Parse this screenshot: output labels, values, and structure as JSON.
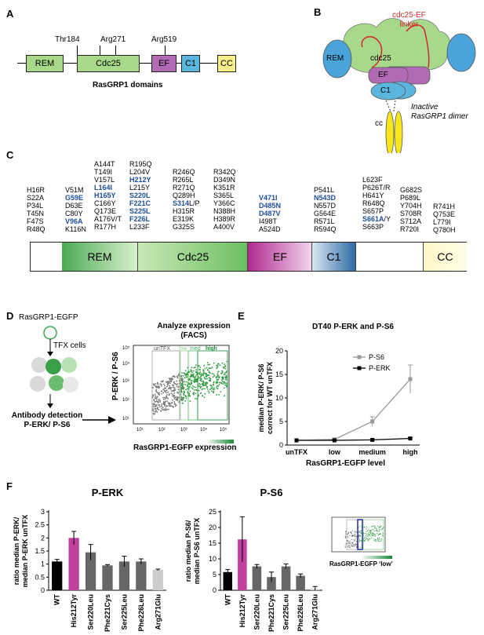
{
  "panels": {
    "a": "A",
    "b": "B",
    "c": "C",
    "d": "D",
    "e": "E",
    "f": "F"
  },
  "panel_a": {
    "domains": [
      "REM",
      "Cdc25",
      "EF",
      "C1",
      "CC"
    ],
    "sites": [
      "Thr184",
      "Arg271",
      "Arg519"
    ],
    "caption": "RasGRP1 domains"
  },
  "panel_b": {
    "linker_label": "cdc25-EF\nlinker",
    "labels": {
      "rem": "REM",
      "cdc25": "cdc25",
      "ef": "EF",
      "c1": "C1",
      "cc": "cc"
    },
    "caption": "Inactive\nRasGRP1 dimer"
  },
  "panel_c": {
    "domains": [
      "REM",
      "Cdc25",
      "EF",
      "C1",
      "CC"
    ],
    "columns": [
      {
        "items": [
          {
            "t": "H16R"
          },
          {
            "t": "S22A"
          },
          {
            "t": "P34L"
          },
          {
            "t": "T45N"
          },
          {
            "t": "F47S"
          },
          {
            "t": "R48Q"
          }
        ]
      },
      {
        "items": [
          {
            "t": "V51M"
          },
          {
            "t": "G59E",
            "b": true
          },
          {
            "t": "D63E"
          },
          {
            "t": "C80Y"
          },
          {
            "t": "V96A",
            "b": true
          },
          {
            "t": "K116N"
          }
        ]
      },
      {
        "items": [
          {
            "t": "A144T"
          },
          {
            "t": "T149I"
          },
          {
            "t": "V157L"
          },
          {
            "t": "L164I",
            "b": true
          },
          {
            "t": "H165Y",
            "b": true
          },
          {
            "t": "C166Y"
          },
          {
            "t": "Q173E"
          },
          {
            "t": "A176V/T"
          },
          {
            "t": "R177H"
          }
        ]
      },
      {
        "items": [
          {
            "t": "R195Q"
          },
          {
            "t": "L204V"
          },
          {
            "t": "H212Y",
            "b": true
          },
          {
            "t": "L215Y"
          },
          {
            "t": "S220L",
            "b": true
          },
          {
            "t": "F221C",
            "b": true
          },
          {
            "t": "S225L",
            "b": true
          },
          {
            "t": "F226L",
            "b": true
          },
          {
            "t": "L233F"
          }
        ]
      },
      {
        "items": [
          {
            "t": "R246Q"
          },
          {
            "t": "R265L"
          },
          {
            "t": "R271Q"
          },
          {
            "t": "Q289H"
          },
          {
            "t": "S314L/P",
            "bp": "S314",
            "rest": "L/P"
          },
          {
            "t": "H315R"
          },
          {
            "t": "E319K"
          },
          {
            "t": "G325S"
          }
        ]
      },
      {
        "items": [
          {
            "t": "R342Q"
          },
          {
            "t": "D349N"
          },
          {
            "t": "K351R"
          },
          {
            "t": "S365L"
          },
          {
            "t": "Y366C"
          },
          {
            "t": "N388H"
          },
          {
            "t": "H389R"
          },
          {
            "t": "A400V"
          }
        ]
      },
      {
        "items": [
          {
            "t": "V471I",
            "b": true
          },
          {
            "t": "D485N",
            "b": true
          },
          {
            "t": "D487V",
            "b": true
          },
          {
            "t": "I498T"
          },
          {
            "t": "A524D"
          }
        ]
      },
      {
        "items": [
          {
            "t": "P541L"
          },
          {
            "t": "N543D",
            "b": true
          },
          {
            "t": "N557D"
          },
          {
            "t": "G564E"
          },
          {
            "t": "R571L"
          },
          {
            "t": "R594Q"
          }
        ]
      },
      {
        "items": [
          {
            "t": "L623F"
          },
          {
            "t": "P626T/R"
          },
          {
            "t": "H641Y"
          },
          {
            "t": "R648Q"
          },
          {
            "t": "S657P"
          },
          {
            "t": "S661A/Y",
            "bp": "S661A",
            "rest": "/Y"
          },
          {
            "t": "S663P"
          }
        ]
      },
      {
        "items": [
          {
            "t": "G682S"
          },
          {
            "t": "P689L"
          },
          {
            "t": "Y704H"
          },
          {
            "t": "S708R"
          },
          {
            "t": "S712A"
          },
          {
            "t": "R720I"
          }
        ]
      },
      {
        "items": [
          {
            "t": "R741H"
          },
          {
            "t": "Q753E"
          },
          {
            "t": "L779I"
          },
          {
            "t": "Q780H"
          }
        ]
      }
    ]
  },
  "panel_d": {
    "construct": "RasGRP1-EGFP",
    "tfx": "TFX cells",
    "detection": "Antibody detection\nP-ERK/ P-S6",
    "facs_title": "Analyze expression\n(FACS)",
    "gates": [
      "unTFX",
      "low",
      "med",
      "high"
    ],
    "ylabel": "P-ERK / P-S6",
    "xlabel": "RasGRP1-EGFP expression",
    "ticks": [
      "10¹",
      "10²",
      "10³",
      "10⁴",
      "10⁵"
    ]
  },
  "chart_data": [
    {
      "type": "line",
      "title": "DT40 P-ERK and P-S6",
      "categories": [
        "unTFX",
        "low",
        "medium",
        "high"
      ],
      "series": [
        {
          "name": "P-S6",
          "values": [
            1,
            1.2,
            5,
            14
          ],
          "errors": [
            0,
            0.2,
            1,
            3
          ],
          "color": "#999999"
        },
        {
          "name": "P-ERK",
          "values": [
            1,
            1,
            1.1,
            1.4
          ],
          "errors": [
            0,
            0.1,
            0.1,
            0.2
          ],
          "color": "#000000"
        }
      ],
      "ylabel": "median P-ERK/ P-S6\ncorrect for WT unTFX",
      "xlabel": "RasGRP1-EGFP level",
      "ylim": [
        0,
        20
      ],
      "yticks": [
        0,
        5,
        10,
        15,
        20
      ],
      "legend": "top-right"
    },
    {
      "type": "bar",
      "title": "P-ERK",
      "categories": [
        "WT",
        "His212Tyr",
        "Ser220Leu",
        "Phe221Cys",
        "Ser225Leu",
        "Phe226Leu",
        "Arg271Glu"
      ],
      "values": [
        1.1,
        2.0,
        1.45,
        0.95,
        1.1,
        1.1,
        0.78
      ],
      "errors": [
        0.08,
        0.25,
        0.3,
        0.03,
        0.2,
        0.1,
        0.03
      ],
      "colors": [
        "#000000",
        "#c13f9d",
        "#666666",
        "#666666",
        "#666666",
        "#666666",
        "#cccccc"
      ],
      "ylabel": "ratio median P-ERK/\nmedian P-ERK unTFX",
      "ylim": [
        0,
        3
      ],
      "yticks": [
        0,
        0.5,
        1,
        1.5,
        2,
        2.5,
        3
      ]
    },
    {
      "type": "bar",
      "title": "P-S6",
      "categories": [
        "WT",
        "His212Tyr",
        "Ser220Leu",
        "Phe221Cys",
        "Ser225Leu",
        "Phe226Leu",
        "Arg271Glu"
      ],
      "values": [
        5.8,
        16.2,
        7.6,
        4.2,
        7.6,
        4.6,
        0.4
      ],
      "errors": [
        0.8,
        7.2,
        0.6,
        1.6,
        0.8,
        0.6,
        0.8
      ],
      "colors": [
        "#000000",
        "#c13f9d",
        "#666666",
        "#666666",
        "#666666",
        "#666666",
        "#cccccc"
      ],
      "ylabel": "ratio median P-S6/\nmedian P-S6 unTFX",
      "ylim": [
        0,
        25
      ],
      "yticks": [
        0,
        5,
        10,
        15,
        20,
        25
      ]
    }
  ],
  "panel_f": {
    "inset_label": "RasGRP1-EGFP ‘low’"
  }
}
